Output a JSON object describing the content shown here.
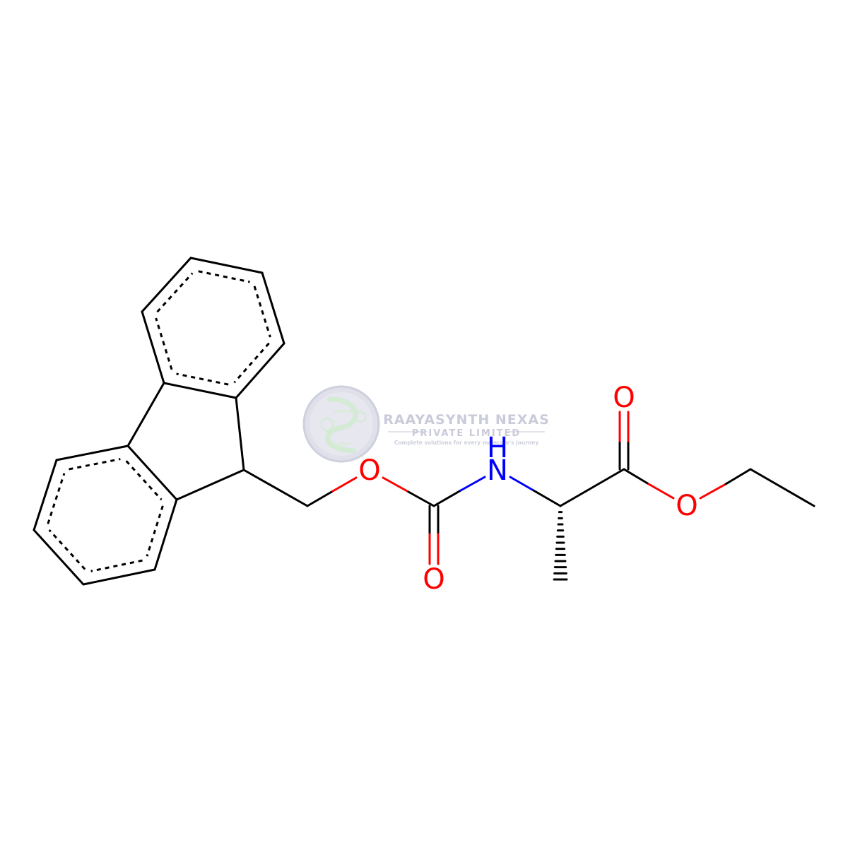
{
  "molecule": {
    "atoms": {
      "o_ether": "O",
      "o_carbonyl": "O",
      "n_amide": "N",
      "h_amide": "H",
      "o_ester_carbonyl": "O",
      "o_ester": "O"
    },
    "colors": {
      "bond": "#000000",
      "oxygen": "#ff0000",
      "nitrogen": "#0000ff"
    }
  },
  "watermark": {
    "company": "RAAYASYNTH NEXAS",
    "subtitle": "PRIVATE LIMITED",
    "tagline": "Complete solutions for every molecule's journey",
    "logo": "dna-helix-logo",
    "colors": {
      "text": "#c4c6d6",
      "circle": "#dcdde8",
      "helix": "#cfe8cf"
    }
  }
}
